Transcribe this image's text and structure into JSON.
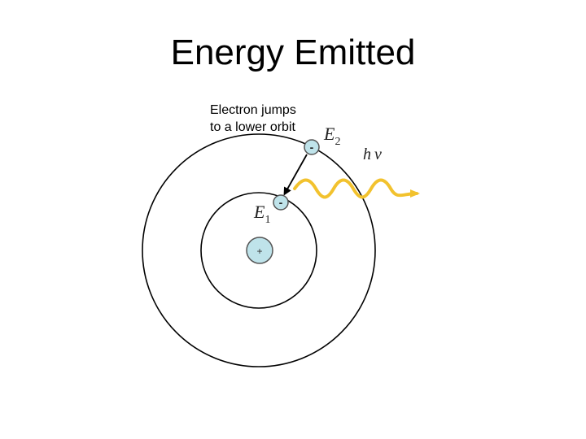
{
  "title": "Energy Emitted",
  "caption": {
    "line1": "Electron jumps",
    "line2": "to a lower orbit"
  },
  "labels": {
    "outer_level": "E",
    "outer_level_sub": "2",
    "inner_level": "E",
    "inner_level_sub": "1",
    "photon_h": "h",
    "photon_nu": "ν"
  },
  "symbols": {
    "electron_charge": "-",
    "nucleus_charge": "+"
  },
  "colors": {
    "particle_fill": "#bfe3ea",
    "photon_wave": "#f2c22e",
    "orbit_stroke": "#000000"
  }
}
